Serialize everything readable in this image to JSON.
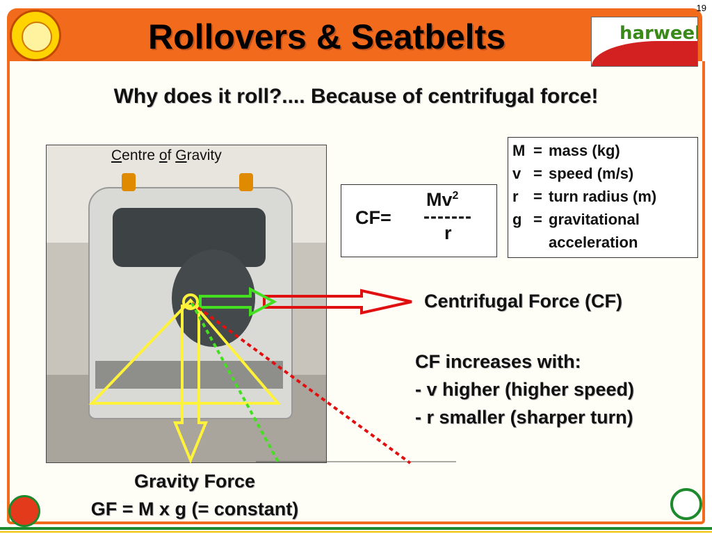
{
  "page_number": "19",
  "title": "Rollovers & Seatbelts",
  "brand_text": "harweel",
  "subtitle": "Why does it roll?....  Because of centrifugal force!",
  "photo_caption": {
    "part1_initial": "C",
    "part1_rest": "entre ",
    "part2_initial": "o",
    "part2_rest": "f ",
    "part3_initial": "G",
    "part3_rest": "ravity"
  },
  "formula": {
    "lhs": "CF=",
    "numerator": "Mv",
    "numerator_exp": "2",
    "bar": "-------",
    "denominator": "r"
  },
  "legend": [
    {
      "symbol": "M",
      "eq": "=",
      "desc": "mass (kg)"
    },
    {
      "symbol": "v",
      "eq": "=",
      "desc": "speed (m/s)"
    },
    {
      "symbol": "r",
      "eq": "=",
      "desc": "turn radius (m)"
    },
    {
      "symbol": "g",
      "eq": "=",
      "desc": "gravitational"
    },
    {
      "symbol": "",
      "eq": "",
      "desc": "acceleration"
    }
  ],
  "cf_label": "Centrifugal Force (CF)",
  "increase": {
    "heading": "CF increases with:",
    "line1": "- v higher  (higher speed)",
    "line2": "- r smaller (sharper turn)"
  },
  "gravity": {
    "line1": "Gravity Force",
    "line2": "GF = M x g (= constant)"
  },
  "colors": {
    "header_orange": "#f26b1d",
    "arrow_red": "#e01010",
    "arrow_green": "#44e020",
    "triangle_yellow": "#fff23a",
    "footer_green": "#1e8a2e"
  }
}
